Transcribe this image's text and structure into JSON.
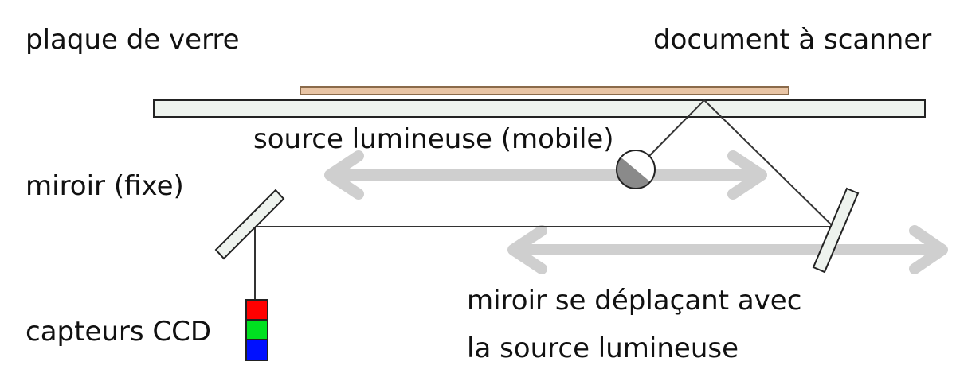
{
  "labels": {
    "glass_plate": "plaque de verre",
    "document": "document à scanner",
    "light_source": "source lumineuse (mobile)",
    "fixed_mirror": "miroir (fixe)",
    "ccd_sensors": "capteurs CCD",
    "moving_mirror_line1": "miroir se déplaçant avec",
    "moving_mirror_line2": "la source lumineuse"
  },
  "colors": {
    "outline": "#222222",
    "glass_fill": "#eef3ee",
    "document_fill": "#e8c4a4",
    "document_stroke": "#8a6a4a",
    "arrow": "#cfcfcf",
    "lamp_light": "#ffffff",
    "lamp_dark": "#8a8a8a",
    "ray": "#333333",
    "ccd_red": "#ff0000",
    "ccd_green": "#00e020",
    "ccd_blue": "#0010ff"
  },
  "icons": {
    "lamp": "light-bulb-icon",
    "arrows": "double-arrow-icon"
  }
}
